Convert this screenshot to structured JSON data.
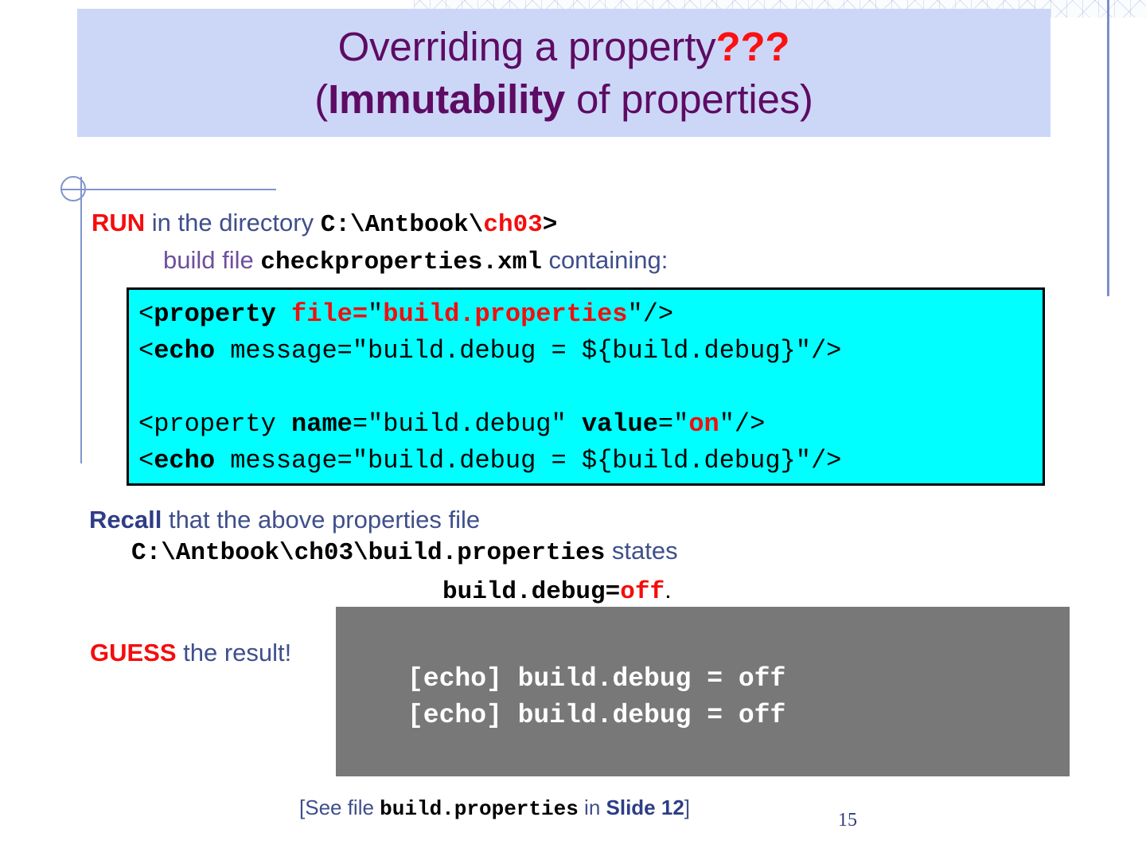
{
  "slide": {
    "page_number": "15",
    "colors": {
      "banner_bg": "#ccd7f8",
      "title_purple": "#5e0b63",
      "accent_red": "#f40d0d",
      "body_blue": "#3f4f8c",
      "navy": "#2e3d86",
      "purple_text": "#6e4f9e",
      "code_bg": "#00ffff",
      "output_bg": "#787878",
      "output_fg": "#ffffff",
      "deco_line": "#8195cd"
    }
  },
  "title": {
    "line1_main": "Overriding a property",
    "line1_marks": "???",
    "line2_open": "(",
    "line2_bold": "Immutability",
    "line2_rest": " of properties)"
  },
  "run": {
    "keyword": "RUN",
    "text1": " in the directory ",
    "path_prefix": "C:\\Antbook\\",
    "path_highlight": "ch03",
    "path_suffix": ">",
    "buildfile_label": "build file ",
    "buildfile_name": "checkproperties.xml",
    "buildfile_tail": " containing:"
  },
  "code": {
    "line1_a": "<",
    "line1_b": "property",
    "line1_c": " ",
    "line1_d": "file",
    "line1_e": "=",
    "line1_f": "\"",
    "line1_g": "build.properties",
    "line1_h": "\"/>",
    "line2_a": "<",
    "line2_b": "echo",
    "line2_c": " message=\"build.debug = ${build.debug}\"/>",
    "line3_blank": " ",
    "line4_a": "<property ",
    "line4_b": "name",
    "line4_c": "=\"build.debug\" ",
    "line4_d": "value",
    "line4_e": "=\"",
    "line4_f": "on",
    "line4_g": "\"/>",
    "line5_a": "<",
    "line5_b": "echo",
    "line5_c": " message=\"build.debug = ${build.debug}\"/>"
  },
  "recall": {
    "keyword": "Recall",
    "text": " that the above properties file",
    "path": "C:\\Antbook\\ch03\\build.properties",
    "states": " states",
    "property_key": "build.debug=",
    "property_value": "off",
    "period": "."
  },
  "guess": {
    "keyword": "GUESS",
    "text": " the result!"
  },
  "output": {
    "line1": "[echo] build.debug = off",
    "line2": "[echo] build.debug = off"
  },
  "footer": {
    "open": "[See file ",
    "file": "build.properties",
    "mid": " in ",
    "slide_ref": "Slide 12",
    "close": "]"
  }
}
